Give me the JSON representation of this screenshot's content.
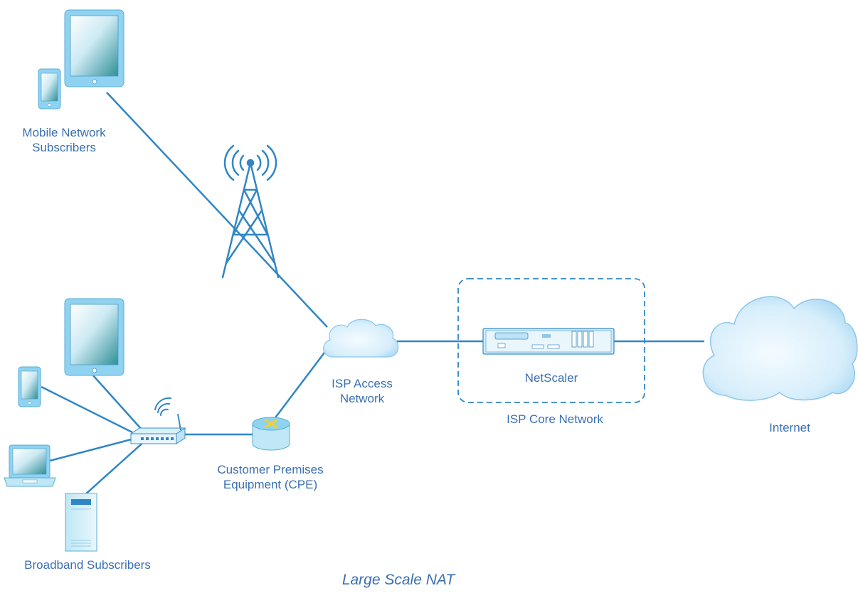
{
  "labels": {
    "mobile_subscribers": [
      "Mobile Network",
      "Subscribers"
    ],
    "isp_access": [
      "ISP Access",
      "Network"
    ],
    "netscaler": "NetScaler",
    "isp_core": "ISP Core Network",
    "internet": "Internet",
    "cpe": [
      "Customer Premises",
      "Equipment (CPE)"
    ],
    "broadband_subscribers": "Broadband Subscribers"
  },
  "caption": "Large Scale NAT",
  "colors": {
    "line": "#2f86c6",
    "label": "#3a6fb0",
    "device_frame": "#8fd3f0",
    "cloud": "#d4ebf9"
  }
}
